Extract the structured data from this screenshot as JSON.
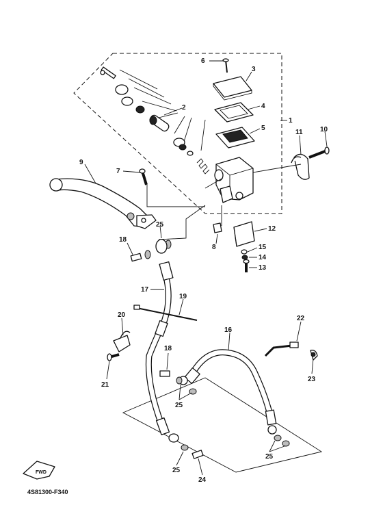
{
  "diagram_code": "4S81300-F340",
  "fwd_label": "FWD",
  "callouts": [
    {
      "id": "c1",
      "label": "1"
    },
    {
      "id": "c2",
      "label": "2"
    },
    {
      "id": "c3",
      "label": "3"
    },
    {
      "id": "c4",
      "label": "4"
    },
    {
      "id": "c5",
      "label": "5"
    },
    {
      "id": "c6",
      "label": "6"
    },
    {
      "id": "c7",
      "label": "7"
    },
    {
      "id": "c8",
      "label": "8"
    },
    {
      "id": "c9",
      "label": "9"
    },
    {
      "id": "c10",
      "label": "10"
    },
    {
      "id": "c11",
      "label": "11"
    },
    {
      "id": "c12",
      "label": "12"
    },
    {
      "id": "c13",
      "label": "13"
    },
    {
      "id": "c14",
      "label": "14"
    },
    {
      "id": "c15",
      "label": "15"
    },
    {
      "id": "c16",
      "label": "16"
    },
    {
      "id": "c17",
      "label": "17"
    },
    {
      "id": "c18a",
      "label": "18"
    },
    {
      "id": "c18b",
      "label": "18"
    },
    {
      "id": "c19",
      "label": "19"
    },
    {
      "id": "c20",
      "label": "20"
    },
    {
      "id": "c21",
      "label": "21"
    },
    {
      "id": "c22",
      "label": "22"
    },
    {
      "id": "c23",
      "label": "23"
    },
    {
      "id": "c24",
      "label": "24"
    },
    {
      "id": "c25a",
      "label": "25"
    },
    {
      "id": "c25b",
      "label": "25"
    },
    {
      "id": "c25c",
      "label": "25"
    },
    {
      "id": "c25d",
      "label": "25"
    }
  ]
}
